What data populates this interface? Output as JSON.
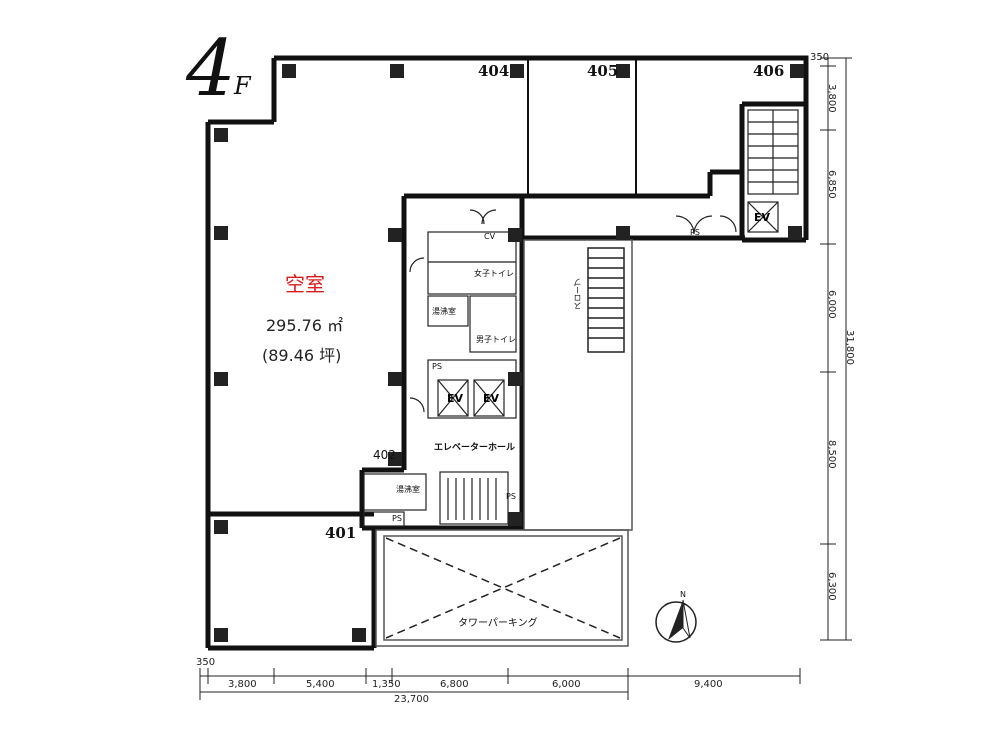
{
  "floor": {
    "number": "4",
    "suffix": "F"
  },
  "units": {
    "u401": "401",
    "u402": "402",
    "u404": "404",
    "u405": "405",
    "u406": "406"
  },
  "vacancy": {
    "status": "空室",
    "area_m2": "295.76 ㎡",
    "area_tsubo": "(89.46 坪)"
  },
  "rooms": {
    "ev": "EV",
    "elevator_hall": "エレベーターホール",
    "tower_parking": "タワーパーキング",
    "womens_toilet": "女子トイレ",
    "mens_toilet": "男子トイレ",
    "supply_room": "湯沸室",
    "ps": "PS",
    "ps2": "PS",
    "ps3": "PS",
    "ps4": "PS",
    "ramp": "スロープ",
    "cv": "CV"
  },
  "dimensions": {
    "bottom": [
      "350",
      "3,800",
      "5,400",
      "1,350",
      "6,800",
      "6,000",
      "9,400"
    ],
    "bottom_total": "23,700",
    "right": [
      "350",
      "3,800",
      "6,850",
      "6,000",
      "8,500",
      "6,300"
    ],
    "right_total": "31,800"
  },
  "compass": {
    "label": "N"
  }
}
